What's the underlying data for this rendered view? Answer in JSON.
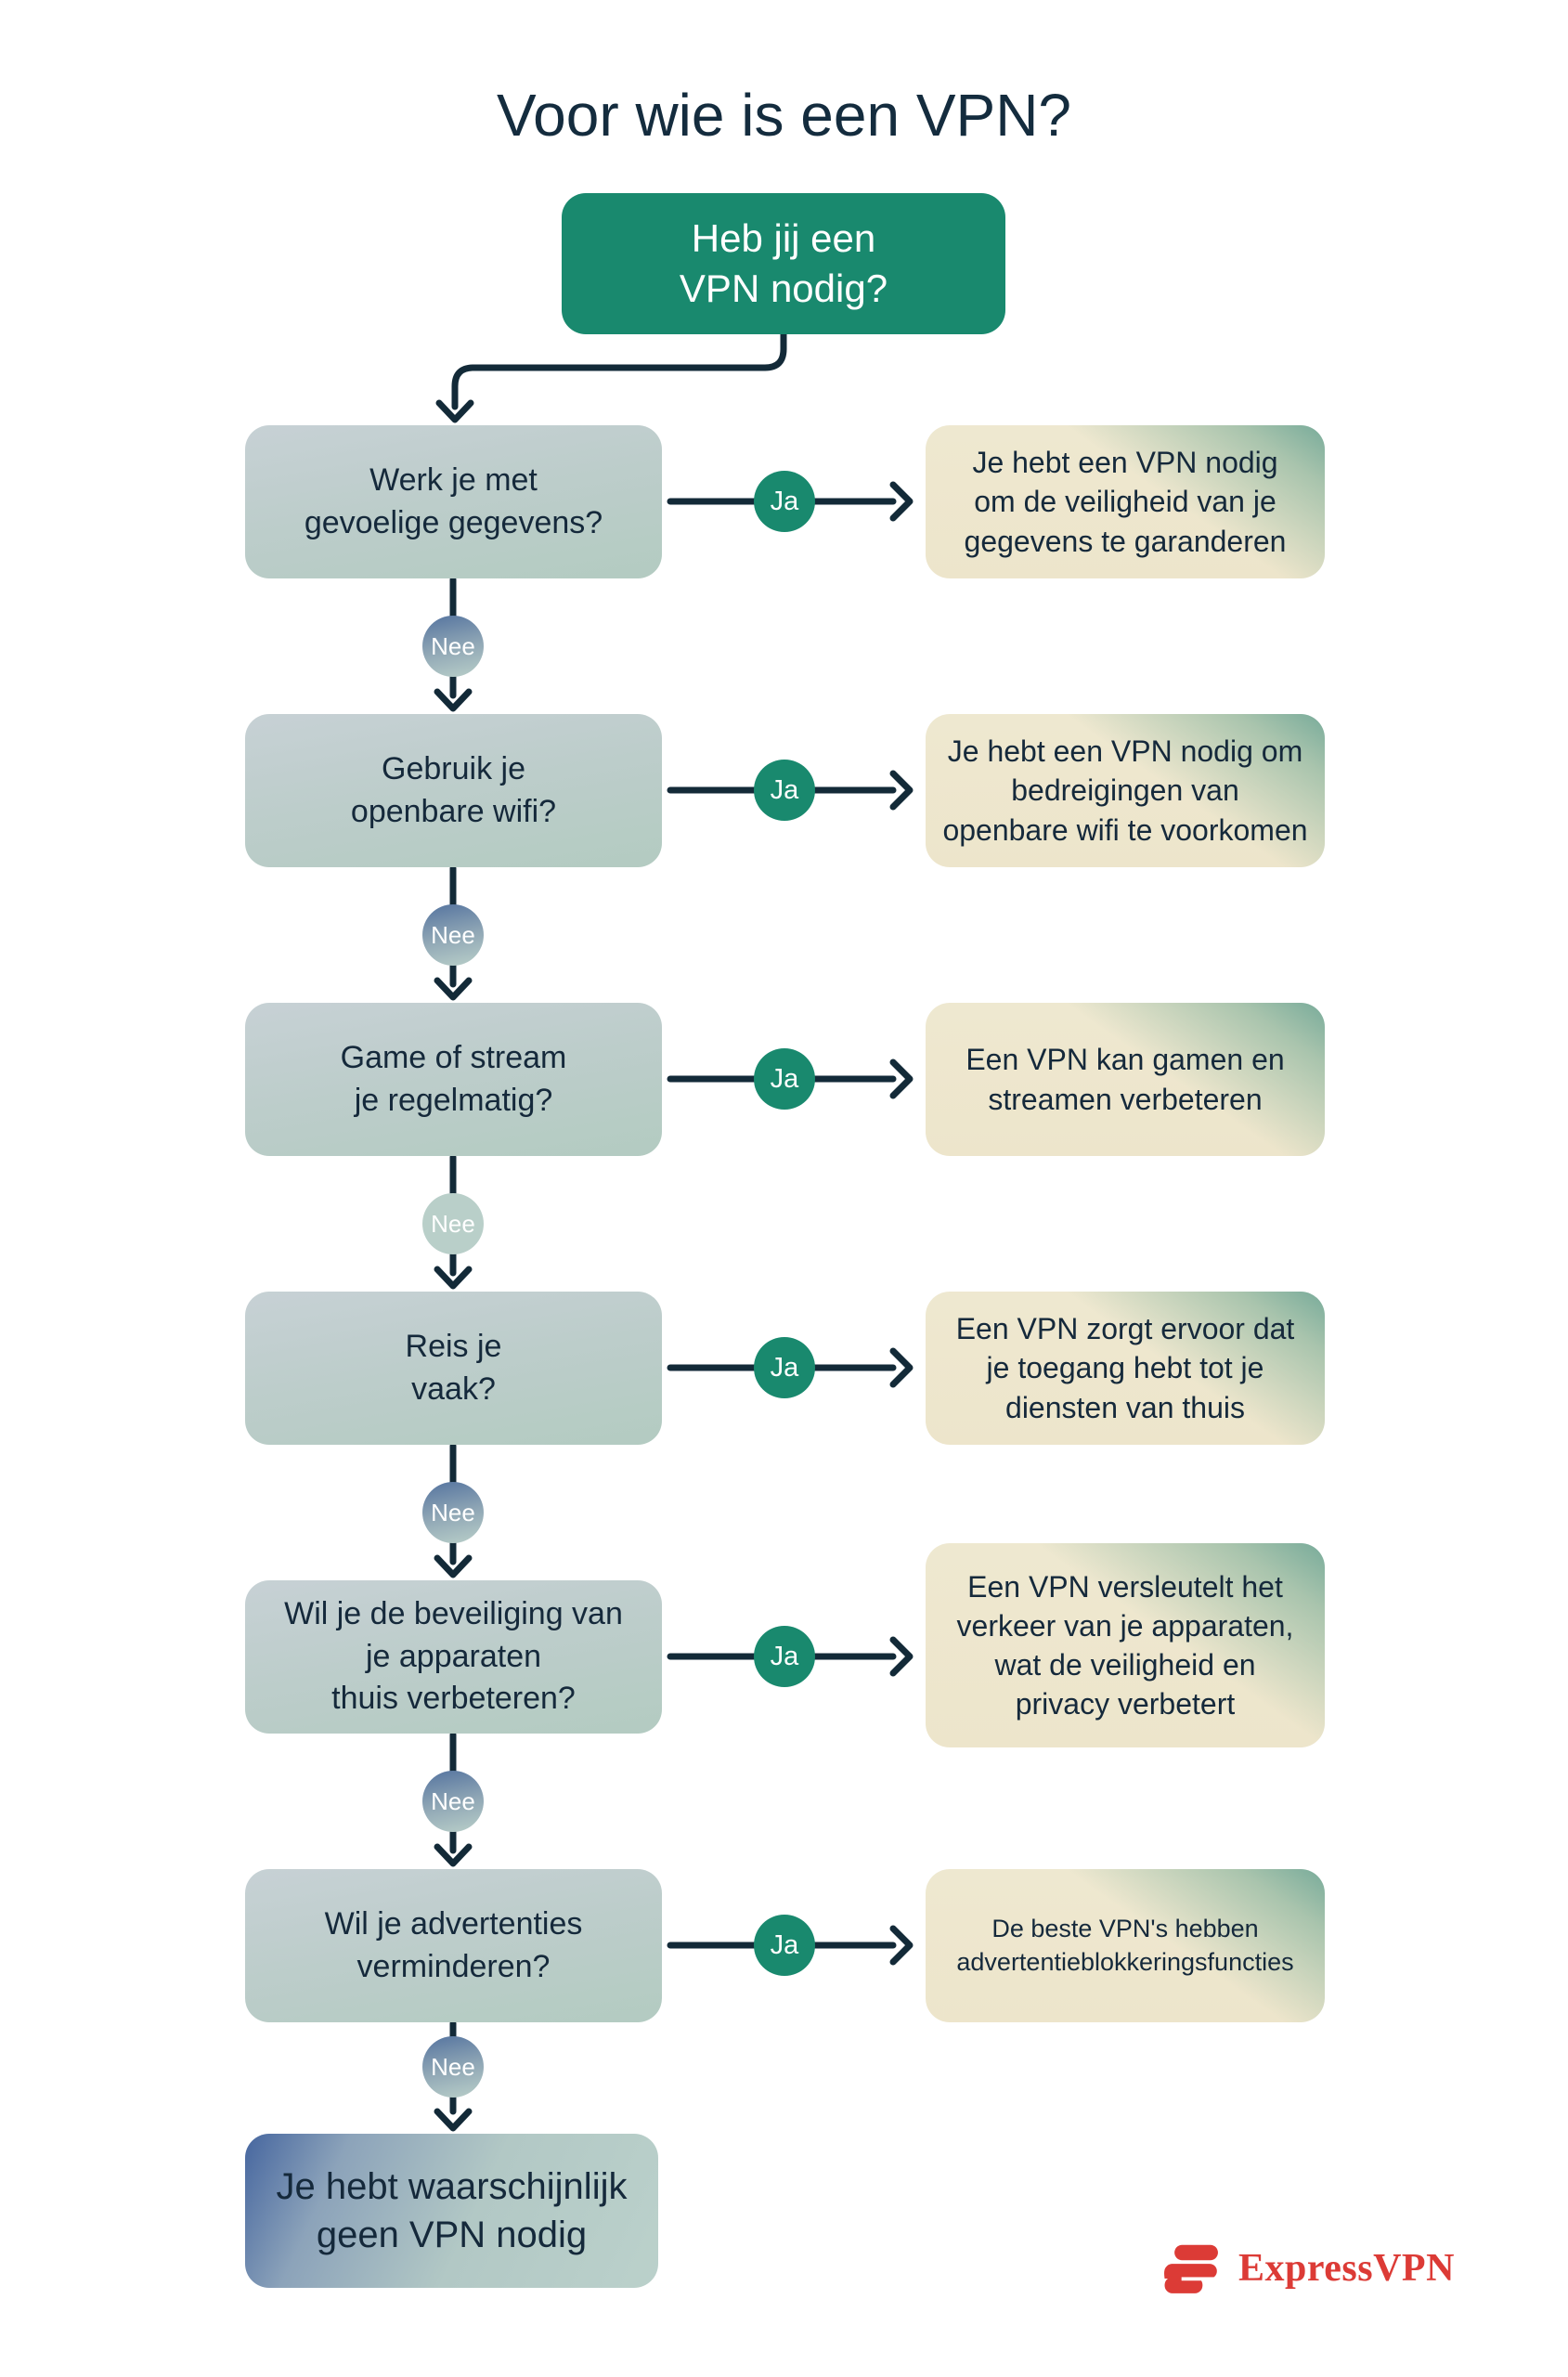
{
  "title": "Voor wie is een VPN?",
  "root_question": "Heb jij een\nVPN nodig?",
  "rows": [
    {
      "question": "Werk je met\ngevoelige gegevens?",
      "yes_label": "Ja",
      "answer": "Je hebt een VPN nodig\nom de veiligheid van je\ngegevens te garanderen",
      "no_label": "Nee",
      "no_variant": "blue"
    },
    {
      "question": "Gebruik je\nopenbare wifi?",
      "yes_label": "Ja",
      "answer": "Je hebt een VPN nodig om\nbedreigingen van\nopenbare wifi te voorkomen",
      "no_label": "Nee",
      "no_variant": "blue"
    },
    {
      "question": "Game of stream\nje regelmatig?",
      "yes_label": "Ja",
      "answer": "Een VPN kan gamen en\nstreamen verbeteren",
      "no_label": "Nee",
      "no_variant": "pale"
    },
    {
      "question": "Reis je\nvaak?",
      "yes_label": "Ja",
      "answer": "Een VPN zorgt ervoor dat\nje toegang hebt tot je\ndiensten van thuis",
      "no_label": "Nee",
      "no_variant": "blue"
    },
    {
      "question": "Wil je de beveiliging van\nje apparaten\nthuis verbeteren?",
      "yes_label": "Ja",
      "answer": "Een VPN versleutelt het\nverkeer van je apparaten,\nwat de veiligheid en\nprivacy verbetert",
      "no_label": "Nee",
      "no_variant": "blue"
    },
    {
      "question": "Wil je advertenties\nverminderen?",
      "yes_label": "Ja",
      "answer": "De beste VPN's hebben\nadvertentieblokkeringsfuncties",
      "no_label": "Nee",
      "no_variant": "blue"
    }
  ],
  "final_result": "Je hebt waarschijnlijk\ngeen VPN nodig",
  "brand": {
    "name": "ExpressVPN"
  },
  "colors": {
    "green": "#19896E",
    "navy_text": "#15293B",
    "line": "#132A38",
    "cream": "#EEE8D0",
    "teal_corner": "#7CB09F",
    "question_box_top": "#C7D1D5",
    "question_box_bottom": "#B3CBC1",
    "nee_blue": "#54739F",
    "nee_pale": "#B9CFC9",
    "final_blue": "#46669F",
    "brand_red": "#DC3B36"
  }
}
